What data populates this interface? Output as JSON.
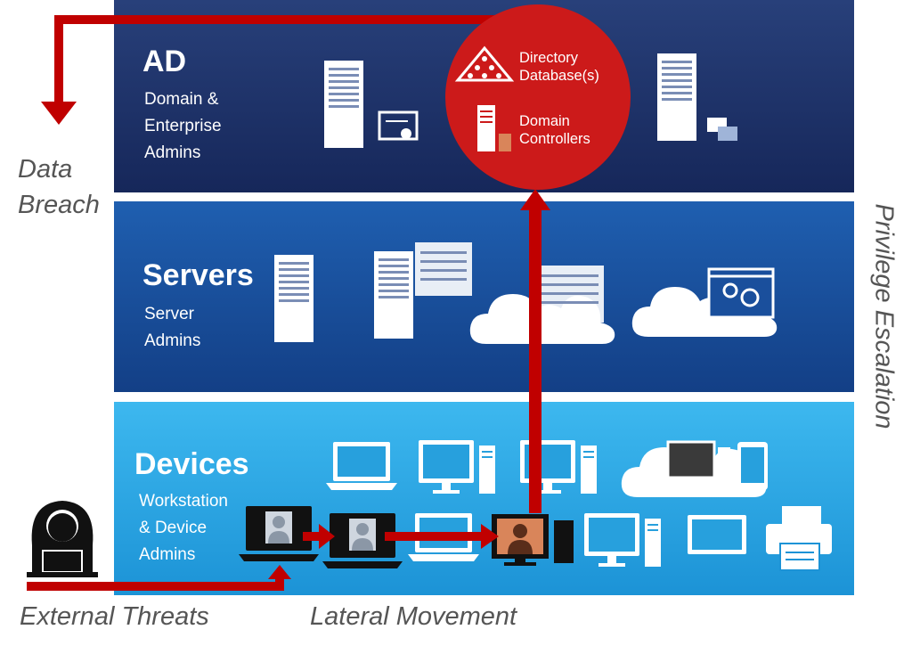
{
  "tiers": {
    "ad": {
      "title": "AD",
      "subtitle_line1": "Domain &",
      "subtitle_line2": "Enterprise",
      "subtitle_line3": "Admins"
    },
    "servers": {
      "title": "Servers",
      "subtitle_line1": "Server",
      "subtitle_line2": "Admins"
    },
    "devices": {
      "title": "Devices",
      "subtitle_line1": "Workstation",
      "subtitle_line2": "& Device",
      "subtitle_line3": "Admins"
    }
  },
  "domain_controller": {
    "db_line1": "Directory",
    "db_line2": "Database(s)",
    "dc_line1": "Domain",
    "dc_line2": "Controllers"
  },
  "labels": {
    "data_breach_line1": "Data",
    "data_breach_line2": "Breach",
    "privilege_escalation": "Privilege Escalation",
    "external_threats": "External Threats",
    "lateral_movement": "Lateral Movement"
  },
  "colors": {
    "ad_tier": "#1e3268",
    "servers_tier": "#1a4f9c",
    "devices_tier": "#2aa6e4",
    "attack_path": "#c00000",
    "dc_circle": "#cc1a1a"
  }
}
